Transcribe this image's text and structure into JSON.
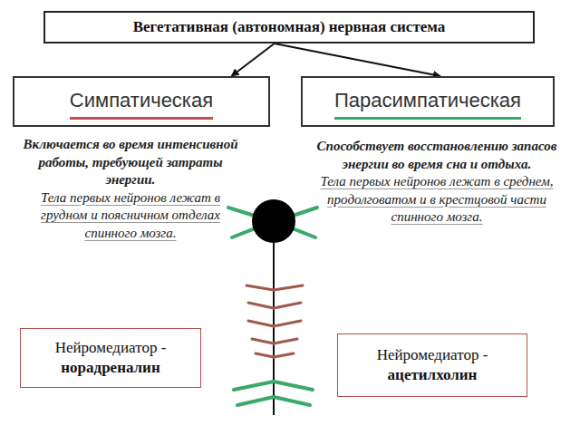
{
  "diagram": {
    "title": "Вегетативная (автономная) нервная система",
    "nodes": [
      {
        "text": [
          "Вегетативная (автономная) нервная система"
        ]
      },
      {
        "text": [
          "Симпатическая"
        ]
      },
      {
        "text": [
          "Парасимпатическая"
        ]
      },
      {
        "text": [
          "Нейромедиатор -",
          "норадреналин"
        ]
      },
      {
        "text": [
          "Нейромедиатор -",
          "ацетилхолин"
        ]
      }
    ],
    "edges": [
      {
        "from": 0,
        "to": 1,
        "arrow": "to"
      },
      {
        "from": 0,
        "to": 2,
        "arrow": "to"
      }
    ],
    "labels": [
      "Включается во время интенсивной работы, требующей затраты энергии.",
      "Тела первых нейронов лежат в грудном и поясничном отделах спинного мозга.",
      "Способствует восстановлению запасов энергии во время сна и отдыха.",
      "Тела первых нейронов лежат в среднем, продолговатом и в крестцовой части спинного мозга."
    ]
  }
}
